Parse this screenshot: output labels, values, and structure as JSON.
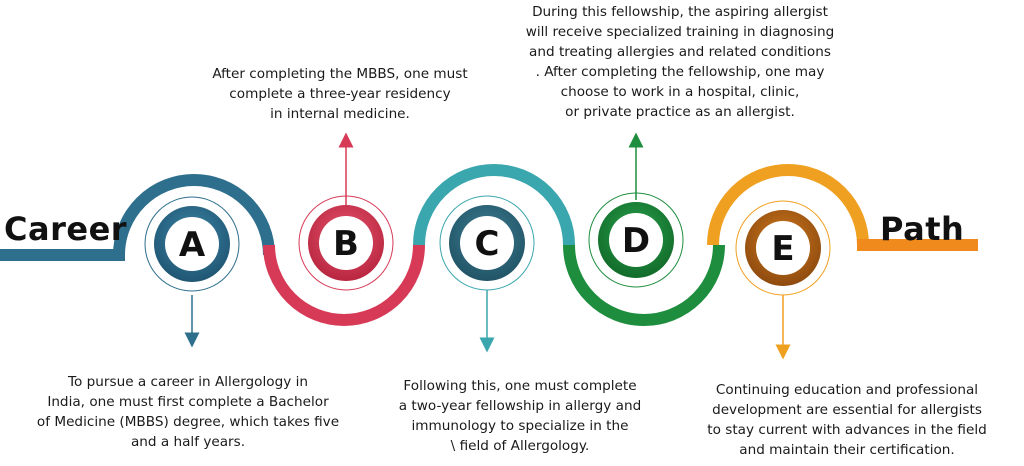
{
  "title_left": "Career",
  "title_right": "Path",
  "colors": {
    "a": "#2e6f8e",
    "b": "#d73a56",
    "c": "#3aa6ad",
    "d": "#1e8e3e",
    "e": "#f0a020",
    "e_dark": "#f08a1c"
  },
  "steps": [
    {
      "letter": "A",
      "text": "To pursue a career in Allergology in\nIndia, one must first complete a Bachelor\nof Medicine (MBBS) degree, which takes five\nand a half years."
    },
    {
      "letter": "B",
      "text": "After completing the MBBS, one must\ncomplete a three-year residency\nin internal medicine."
    },
    {
      "letter": "C",
      "text": "Following this, one must complete\na two-year fellowship in allergy and\nimmunology to specialize in the\n\\ field of Allergology."
    },
    {
      "letter": "D",
      "text": "During this fellowship, the aspiring allergist\nwill receive specialized training in diagnosing\nand treating allergies and related conditions\n. After completing the fellowship, one may\nchoose to work in a hospital, clinic,\nor private practice as an allergist."
    },
    {
      "letter": "E",
      "text": "Continuing education and professional\ndevelopment are essential for allergists\nto stay current with advances in the field\nand maintain their certification."
    }
  ]
}
